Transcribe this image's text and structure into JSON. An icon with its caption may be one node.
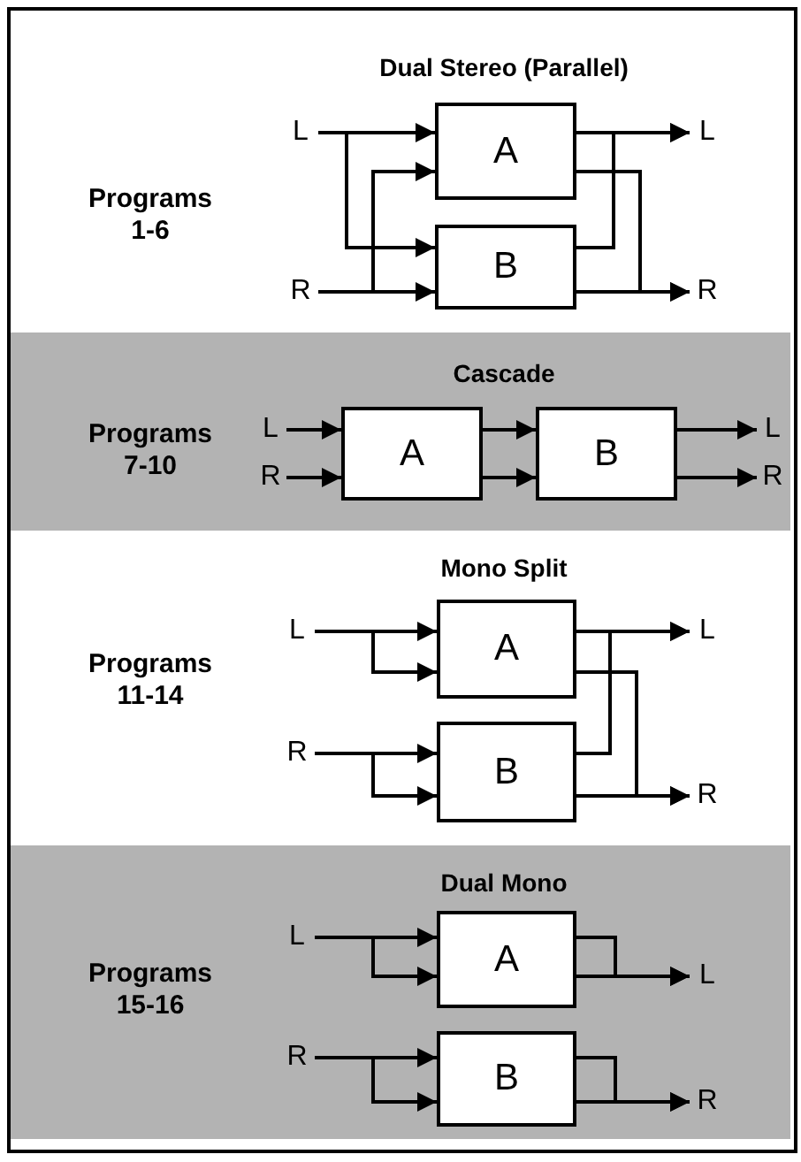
{
  "diagram": {
    "nodes": [
      {
        "text": [
          "Dual Stereo (Parallel)",
          "Programs 1-6"
        ]
      },
      {
        "text": [
          "L"
        ],
        "in": 0
      },
      {
        "text": [
          "R"
        ],
        "in": 0
      },
      {
        "text": [
          "A"
        ],
        "in": 0
      },
      {
        "text": [
          "B"
        ],
        "in": 0
      },
      {
        "text": [
          "L"
        ],
        "in": 0
      },
      {
        "text": [
          "R"
        ],
        "in": 0
      },
      {
        "text": [
          "Cascade",
          "Programs 7-10"
        ]
      },
      {
        "text": [
          "L"
        ],
        "in": 7
      },
      {
        "text": [
          "R"
        ],
        "in": 7
      },
      {
        "text": [
          "A"
        ],
        "in": 7
      },
      {
        "text": [
          "B"
        ],
        "in": 7
      },
      {
        "text": [
          "L"
        ],
        "in": 7
      },
      {
        "text": [
          "R"
        ],
        "in": 7
      },
      {
        "text": [
          "Mono Split",
          "Programs 11-14"
        ]
      },
      {
        "text": [
          "L"
        ],
        "in": 14
      },
      {
        "text": [
          "R"
        ],
        "in": 14
      },
      {
        "text": [
          "A"
        ],
        "in": 14
      },
      {
        "text": [
          "B"
        ],
        "in": 14
      },
      {
        "text": [
          "L"
        ],
        "in": 14
      },
      {
        "text": [
          "R"
        ],
        "in": 14
      },
      {
        "text": [
          "Dual Mono",
          "Programs 15-16"
        ]
      },
      {
        "text": [
          "L"
        ],
        "in": 21
      },
      {
        "text": [
          "R"
        ],
        "in": 21
      },
      {
        "text": [
          "A"
        ],
        "in": 21
      },
      {
        "text": [
          "B"
        ],
        "in": 21
      },
      {
        "text": [
          "L"
        ],
        "in": 21
      },
      {
        "text": [
          "R"
        ],
        "in": 21
      }
    ],
    "edges": [
      {
        "from": 1,
        "to": 3,
        "arrow": "to"
      },
      {
        "from": 1,
        "to": 4,
        "arrow": "to"
      },
      {
        "from": 2,
        "to": 3,
        "arrow": "to"
      },
      {
        "from": 2,
        "to": 4,
        "arrow": "to"
      },
      {
        "from": 3,
        "to": 5,
        "arrow": "to"
      },
      {
        "from": 3,
        "to": 6,
        "arrow": "to"
      },
      {
        "from": 4,
        "to": 5,
        "arrow": "to"
      },
      {
        "from": 4,
        "to": 6,
        "arrow": "to"
      },
      {
        "from": 8,
        "to": 10,
        "arrow": "to"
      },
      {
        "from": 9,
        "to": 10,
        "arrow": "to"
      },
      {
        "from": 10,
        "to": 11,
        "arrow": "to"
      },
      {
        "from": 10,
        "to": 11,
        "arrow": "to"
      },
      {
        "from": 11,
        "to": 12,
        "arrow": "to"
      },
      {
        "from": 11,
        "to": 13,
        "arrow": "to"
      },
      {
        "from": 15,
        "to": 17,
        "arrow": "to"
      },
      {
        "from": 15,
        "to": 17,
        "arrow": "to"
      },
      {
        "from": 16,
        "to": 18,
        "arrow": "to"
      },
      {
        "from": 16,
        "to": 18,
        "arrow": "to"
      },
      {
        "from": 17,
        "to": 19,
        "arrow": "to"
      },
      {
        "from": 17,
        "to": 20,
        "arrow": "to"
      },
      {
        "from": 18,
        "to": 19,
        "arrow": "to"
      },
      {
        "from": 18,
        "to": 20,
        "arrow": "to"
      },
      {
        "from": 22,
        "to": 24,
        "arrow": "to"
      },
      {
        "from": 22,
        "to": 24,
        "arrow": "to"
      },
      {
        "from": 23,
        "to": 25,
        "arrow": "to"
      },
      {
        "from": 23,
        "to": 25,
        "arrow": "to"
      },
      {
        "from": 24,
        "to": 26,
        "arrow": "to"
      },
      {
        "from": 24,
        "to": 26,
        "arrow": "to"
      },
      {
        "from": 25,
        "to": 27,
        "arrow": "to"
      },
      {
        "from": 25,
        "to": 27,
        "arrow": "to"
      }
    ]
  }
}
